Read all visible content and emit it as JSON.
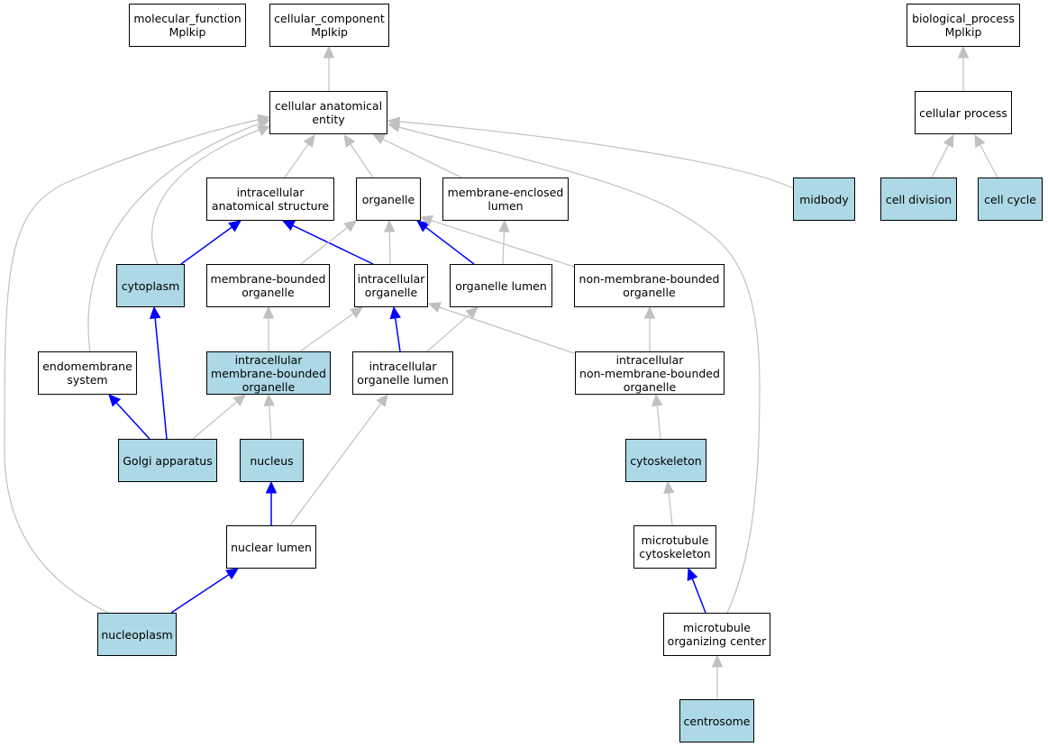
{
  "colors": {
    "highlight_fill": "#add8e6",
    "plain_fill": "#ffffff",
    "is_a_edge": "#c0c0c0",
    "part_of_edge": "#0000ff"
  },
  "nodes": [
    {
      "id": "molecular_function",
      "label": "molecular_function\nMplkip",
      "highlighted": false
    },
    {
      "id": "cellular_component",
      "label": "cellular_component\nMplkip",
      "highlighted": false
    },
    {
      "id": "biological_process",
      "label": "biological_process\nMplkip",
      "highlighted": false
    },
    {
      "id": "cellular_anatomical_entity",
      "label": "cellular anatomical\nentity",
      "highlighted": false
    },
    {
      "id": "cellular_process",
      "label": "cellular process",
      "highlighted": false
    },
    {
      "id": "intracellular_anatomical_structure",
      "label": "intracellular\nanatomical structure",
      "highlighted": false
    },
    {
      "id": "organelle",
      "label": "organelle",
      "highlighted": false
    },
    {
      "id": "membrane_enclosed_lumen",
      "label": "membrane-enclosed\nlumen",
      "highlighted": false
    },
    {
      "id": "midbody",
      "label": "midbody",
      "highlighted": true
    },
    {
      "id": "cell_division",
      "label": "cell division",
      "highlighted": true
    },
    {
      "id": "cell_cycle",
      "label": "cell cycle",
      "highlighted": true
    },
    {
      "id": "cytoplasm",
      "label": "cytoplasm",
      "highlighted": true
    },
    {
      "id": "membrane_bounded_organelle",
      "label": "membrane-bounded\norganelle",
      "highlighted": false
    },
    {
      "id": "intracellular_organelle",
      "label": "intracellular\norganelle",
      "highlighted": false
    },
    {
      "id": "organelle_lumen",
      "label": "organelle lumen",
      "highlighted": false
    },
    {
      "id": "non_membrane_bounded_organelle",
      "label": "non-membrane-bounded\norganelle",
      "highlighted": false
    },
    {
      "id": "endomembrane_system",
      "label": "endomembrane\nsystem",
      "highlighted": false
    },
    {
      "id": "intracellular_membrane_bounded_organelle",
      "label": "intracellular\nmembrane-bounded\norganelle",
      "highlighted": true
    },
    {
      "id": "intracellular_organelle_lumen",
      "label": "intracellular\norganelle lumen",
      "highlighted": false
    },
    {
      "id": "intracellular_non_membrane_bounded_organelle",
      "label": "intracellular\nnon-membrane-bounded\norganelle",
      "highlighted": false
    },
    {
      "id": "golgi_apparatus",
      "label": "Golgi apparatus",
      "highlighted": true
    },
    {
      "id": "nucleus",
      "label": "nucleus",
      "highlighted": true
    },
    {
      "id": "cytoskeleton",
      "label": "cytoskeleton",
      "highlighted": true
    },
    {
      "id": "nuclear_lumen",
      "label": "nuclear lumen",
      "highlighted": false
    },
    {
      "id": "microtubule_cytoskeleton",
      "label": "microtubule\ncytoskeleton",
      "highlighted": false
    },
    {
      "id": "nucleoplasm",
      "label": "nucleoplasm",
      "highlighted": true
    },
    {
      "id": "microtubule_organizing_center",
      "label": "microtubule\norganizing center",
      "highlighted": false
    },
    {
      "id": "centrosome",
      "label": "centrosome",
      "highlighted": true
    }
  ],
  "edges": [
    {
      "from": "cellular_anatomical_entity",
      "to": "cellular_component",
      "type": "is_a"
    },
    {
      "from": "cellular_process",
      "to": "biological_process",
      "type": "is_a"
    },
    {
      "from": "intracellular_anatomical_structure",
      "to": "cellular_anatomical_entity",
      "type": "is_a"
    },
    {
      "from": "organelle",
      "to": "cellular_anatomical_entity",
      "type": "is_a"
    },
    {
      "from": "membrane_enclosed_lumen",
      "to": "cellular_anatomical_entity",
      "type": "is_a"
    },
    {
      "from": "midbody",
      "to": "cellular_anatomical_entity",
      "type": "is_a"
    },
    {
      "from": "cytoplasm",
      "to": "cellular_anatomical_entity",
      "type": "is_a"
    },
    {
      "from": "endomembrane_system",
      "to": "cellular_anatomical_entity",
      "type": "is_a"
    },
    {
      "from": "nucleoplasm",
      "to": "cellular_anatomical_entity",
      "type": "is_a"
    },
    {
      "from": "microtubule_organizing_center",
      "to": "cellular_anatomical_entity",
      "type": "is_a"
    },
    {
      "from": "cell_division",
      "to": "cellular_process",
      "type": "is_a"
    },
    {
      "from": "cell_cycle",
      "to": "cellular_process",
      "type": "is_a"
    },
    {
      "from": "cytoplasm",
      "to": "intracellular_anatomical_structure",
      "type": "part_of"
    },
    {
      "from": "intracellular_organelle",
      "to": "intracellular_anatomical_structure",
      "type": "part_of"
    },
    {
      "from": "membrane_bounded_organelle",
      "to": "organelle",
      "type": "is_a"
    },
    {
      "from": "intracellular_organelle",
      "to": "organelle",
      "type": "is_a"
    },
    {
      "from": "organelle_lumen",
      "to": "organelle",
      "type": "part_of"
    },
    {
      "from": "non_membrane_bounded_organelle",
      "to": "organelle",
      "type": "is_a"
    },
    {
      "from": "organelle_lumen",
      "to": "membrane_enclosed_lumen",
      "type": "is_a"
    },
    {
      "from": "golgi_apparatus",
      "to": "cytoplasm",
      "type": "part_of"
    },
    {
      "from": "intracellular_membrane_bounded_organelle",
      "to": "membrane_bounded_organelle",
      "type": "is_a"
    },
    {
      "from": "intracellular_membrane_bounded_organelle",
      "to": "intracellular_organelle",
      "type": "is_a"
    },
    {
      "from": "intracellular_organelle_lumen",
      "to": "intracellular_organelle",
      "type": "part_of"
    },
    {
      "from": "intracellular_non_membrane_bounded_organelle",
      "to": "intracellular_organelle",
      "type": "is_a"
    },
    {
      "from": "intracellular_organelle_lumen",
      "to": "organelle_lumen",
      "type": "is_a"
    },
    {
      "from": "intracellular_non_membrane_bounded_organelle",
      "to": "non_membrane_bounded_organelle",
      "type": "is_a"
    },
    {
      "from": "golgi_apparatus",
      "to": "endomembrane_system",
      "type": "part_of"
    },
    {
      "from": "golgi_apparatus",
      "to": "intracellular_membrane_bounded_organelle",
      "type": "is_a"
    },
    {
      "from": "nucleus",
      "to": "intracellular_membrane_bounded_organelle",
      "type": "is_a"
    },
    {
      "from": "nuclear_lumen",
      "to": "intracellular_organelle_lumen",
      "type": "is_a"
    },
    {
      "from": "cytoskeleton",
      "to": "intracellular_non_membrane_bounded_organelle",
      "type": "is_a"
    },
    {
      "from": "nuclear_lumen",
      "to": "nucleus",
      "type": "part_of"
    },
    {
      "from": "microtubule_cytoskeleton",
      "to": "cytoskeleton",
      "type": "is_a"
    },
    {
      "from": "nucleoplasm",
      "to": "nuclear_lumen",
      "type": "part_of"
    },
    {
      "from": "microtubule_organizing_center",
      "to": "microtubule_cytoskeleton",
      "type": "part_of"
    },
    {
      "from": "centrosome",
      "to": "microtubule_organizing_center",
      "type": "is_a"
    }
  ]
}
